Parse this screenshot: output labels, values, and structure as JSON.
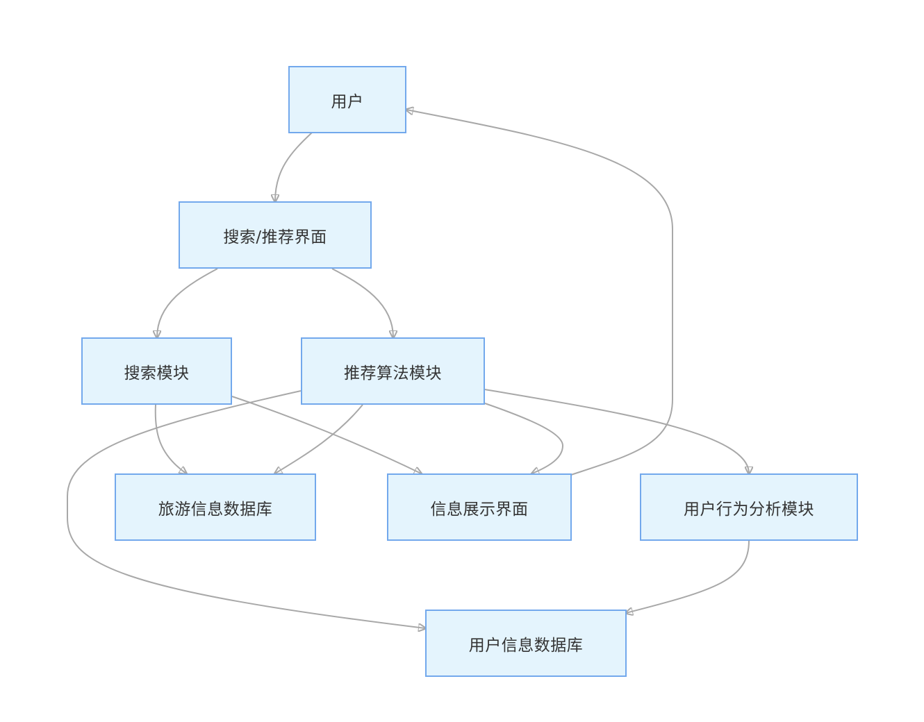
{
  "nodes": {
    "user": "用户",
    "search_recommend_ui": "搜索/推荐界面",
    "search_module": "搜索模块",
    "recommend_module": "推荐算法模块",
    "travel_db": "旅游信息数据库",
    "info_display": "信息展示界面",
    "behavior_module": "用户行为分析模块",
    "user_db": "用户信息数据库"
  },
  "edges": [
    {
      "from": "user",
      "to": "search_recommend_ui"
    },
    {
      "from": "search_recommend_ui",
      "to": "search_module"
    },
    {
      "from": "search_recommend_ui",
      "to": "recommend_module"
    },
    {
      "from": "search_module",
      "to": "travel_db"
    },
    {
      "from": "search_module",
      "to": "info_display"
    },
    {
      "from": "recommend_module",
      "to": "travel_db"
    },
    {
      "from": "recommend_module",
      "to": "info_display"
    },
    {
      "from": "recommend_module",
      "to": "behavior_module"
    },
    {
      "from": "recommend_module",
      "to": "user_db"
    },
    {
      "from": "behavior_module",
      "to": "user_db"
    },
    {
      "from": "info_display",
      "to": "user"
    }
  ],
  "colors": {
    "node_fill": "#e4f4fd",
    "node_border": "#72a8ec",
    "edge": "#a8a8a8",
    "text": "#333333"
  }
}
